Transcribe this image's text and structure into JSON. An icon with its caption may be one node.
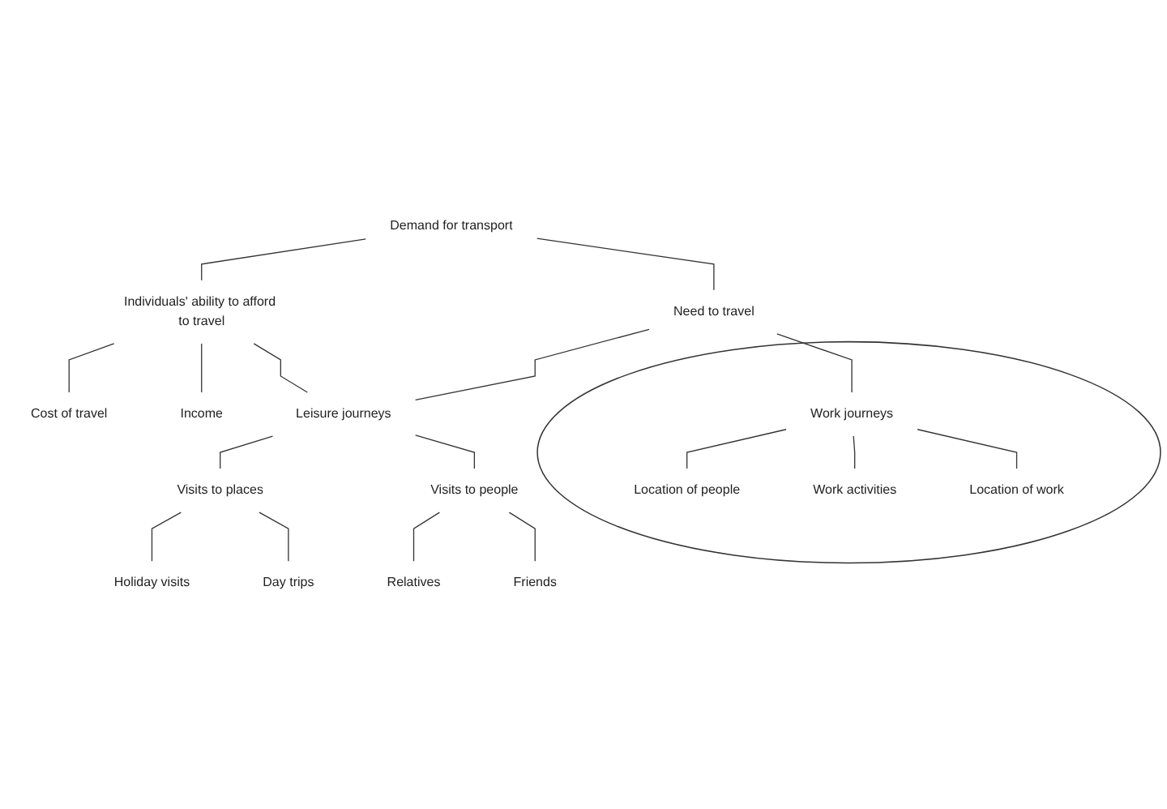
{
  "diagram": {
    "nodes": [
      {
        "text": [
          "Demand for transport"
        ]
      },
      {
        "text": [
          "Individuals' ability to afford to travel"
        ]
      },
      {
        "text": [
          "Need to travel"
        ]
      },
      {
        "text": [
          "Cost of travel"
        ]
      },
      {
        "text": [
          "Income"
        ]
      },
      {
        "text": [
          "Leisure journeys"
        ]
      },
      {
        "text": [],
        "shape": "circle"
      },
      {
        "text": [
          "Work journeys"
        ],
        "in": 6
      },
      {
        "text": [
          "Location of people"
        ],
        "in": 6
      },
      {
        "text": [
          "Location of work"
        ],
        "in": 6
      },
      {
        "text": [
          "Work activities"
        ],
        "in": 6
      },
      {
        "text": [
          "Visits to places"
        ]
      },
      {
        "text": [
          "Visits to people"
        ]
      },
      {
        "text": [
          "Holiday visits"
        ]
      },
      {
        "text": [
          "Day trips"
        ]
      },
      {
        "text": [
          "Relatives"
        ]
      },
      {
        "text": [
          "Friends"
        ]
      }
    ],
    "edges": [
      {
        "from": 0,
        "to": 1,
        "arrow": "none"
      },
      {
        "from": 0,
        "to": 2,
        "arrow": "none"
      },
      {
        "from": 1,
        "to": 3,
        "arrow": "none"
      },
      {
        "from": 1,
        "to": 4,
        "arrow": "none"
      },
      {
        "from": 1,
        "to": 5,
        "arrow": "none"
      },
      {
        "from": 2,
        "to": 5,
        "arrow": "none"
      },
      {
        "from": 2,
        "to": 7,
        "arrow": "none"
      },
      {
        "from": 7,
        "to": 8,
        "arrow": "none"
      },
      {
        "from": 7,
        "to": 10,
        "arrow": "none"
      },
      {
        "from": 7,
        "to": 9,
        "arrow": "none"
      },
      {
        "from": 5,
        "to": 11,
        "arrow": "none"
      },
      {
        "from": 5,
        "to": 12,
        "arrow": "none"
      },
      {
        "from": 11,
        "to": 13,
        "arrow": "none"
      },
      {
        "from": 11,
        "to": 14,
        "arrow": "none"
      },
      {
        "from": 12,
        "to": 15,
        "arrow": "none"
      },
      {
        "from": 12,
        "to": 16,
        "arrow": "none"
      }
    ]
  }
}
